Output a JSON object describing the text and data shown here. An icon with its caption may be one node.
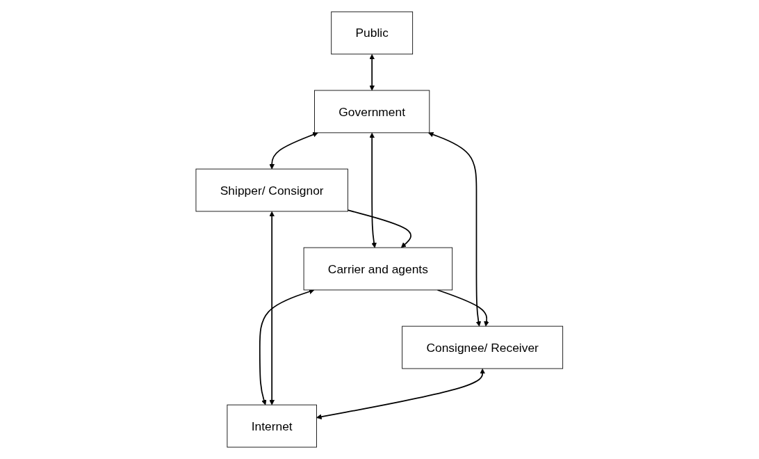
{
  "diagram": {
    "nodes": [
      {
        "text": [
          "Public"
        ]
      },
      {
        "text": [
          "Government"
        ]
      },
      {
        "text": [
          "Shipper/ Consignor"
        ]
      },
      {
        "text": [
          "Carrier and agents"
        ]
      },
      {
        "text": [
          "Consignee/ Receiver"
        ]
      },
      {
        "text": [
          "Internet"
        ]
      }
    ],
    "edges": [
      {
        "from": 0,
        "to": 1,
        "arrow": "both"
      },
      {
        "from": 1,
        "to": 2,
        "arrow": "both"
      },
      {
        "from": 1,
        "to": 4,
        "arrow": "both"
      },
      {
        "from": 1,
        "to": 3,
        "arrow": "both"
      },
      {
        "from": 2,
        "to": 3,
        "arrow": "to"
      },
      {
        "from": 3,
        "to": 4,
        "arrow": "to"
      },
      {
        "from": 3,
        "to": 5,
        "arrow": "both"
      },
      {
        "from": 2,
        "to": 5,
        "arrow": "both"
      },
      {
        "from": 4,
        "to": 5,
        "arrow": "both"
      }
    ]
  }
}
